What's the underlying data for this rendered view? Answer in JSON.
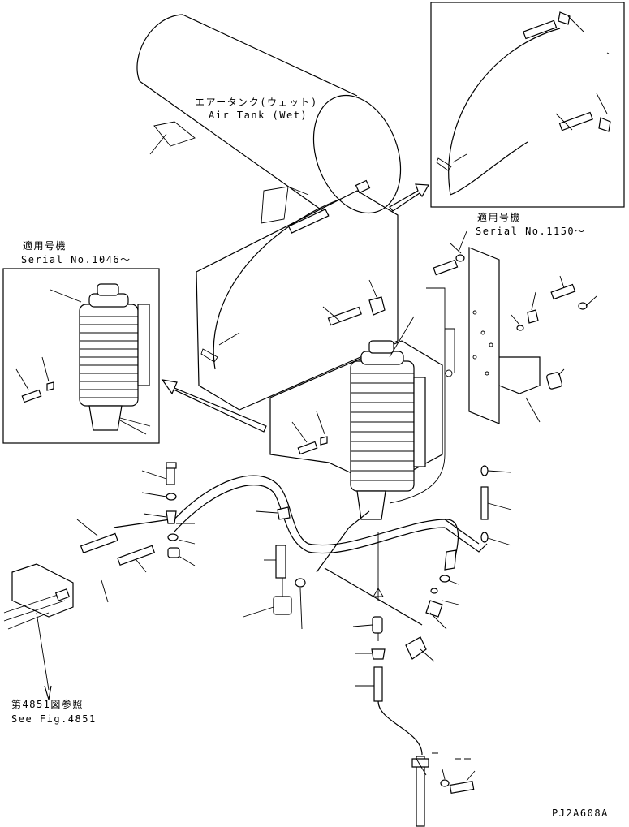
{
  "labels": {
    "air_tank_jp": "エアータンク(ウェット)",
    "air_tank_en": "Air Tank (Wet)",
    "serial_top_jp": "適用号機",
    "serial_top_en": "Serial No.1150～",
    "serial_left_jp": "適用号機",
    "serial_left_en": "Serial No.1046～",
    "see_fig_jp": "第4851図参照",
    "see_fig_en": "See Fig.4851",
    "drawing_code": "PJ2A608A"
  }
}
